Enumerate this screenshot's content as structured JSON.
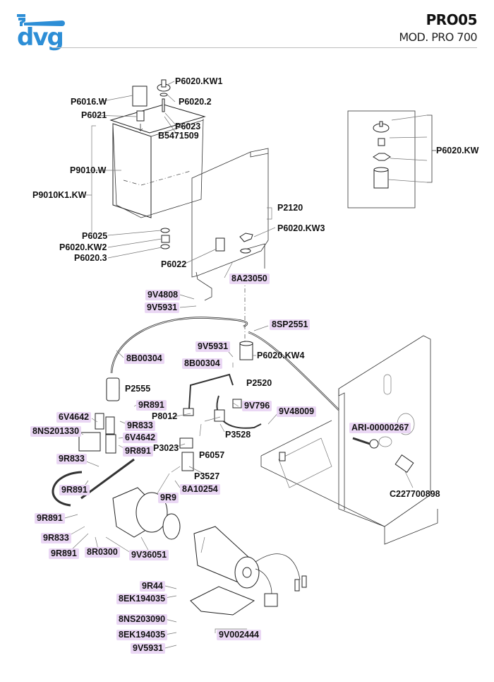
{
  "header": {
    "brand": "dvg",
    "doc_code": "PRO05",
    "model": "MOD. PRO 700",
    "brand_color": "#2d8ed6",
    "highlight_color": "#ead7f4"
  },
  "labels": [
    {
      "id": "P6020.KW1",
      "text": "P6020.KW1",
      "highlighted": false
    },
    {
      "id": "P6016.W",
      "text": "P6016.W",
      "highlighted": false
    },
    {
      "id": "P6020.2",
      "text": "P6020.2",
      "highlighted": false
    },
    {
      "id": "P6021",
      "text": "P6021",
      "highlighted": false
    },
    {
      "id": "P6023",
      "text": "P6023",
      "highlighted": false
    },
    {
      "id": "B5471509",
      "text": "B5471509",
      "highlighted": false
    },
    {
      "id": "P9010.W",
      "text": "P9010.W",
      "highlighted": false
    },
    {
      "id": "P9010K1.KW",
      "text": "P9010K1.KW",
      "highlighted": false
    },
    {
      "id": "P6025",
      "text": "P6025",
      "highlighted": false
    },
    {
      "id": "P6020.KW2",
      "text": "P6020.KW2",
      "highlighted": false
    },
    {
      "id": "P6020.3",
      "text": "P6020.3",
      "highlighted": false
    },
    {
      "id": "P6022",
      "text": "P6022",
      "highlighted": false
    },
    {
      "id": "P2120",
      "text": "P2120",
      "highlighted": false
    },
    {
      "id": "P6020.KW3",
      "text": "P6020.KW3",
      "highlighted": false
    },
    {
      "id": "8A23050",
      "text": "8A23050",
      "highlighted": true
    },
    {
      "id": "P6020.KW",
      "text": "P6020.KW",
      "highlighted": false
    },
    {
      "id": "9V4808",
      "text": "9V4808",
      "highlighted": true
    },
    {
      "id": "9V5931-a",
      "text": "9V5931",
      "highlighted": true
    },
    {
      "id": "8SP2551",
      "text": "8SP2551",
      "highlighted": true
    },
    {
      "id": "8B00304-a",
      "text": "8B00304",
      "highlighted": true
    },
    {
      "id": "9V5931-b",
      "text": "9V5931",
      "highlighted": true
    },
    {
      "id": "8B00304-b",
      "text": "8B00304",
      "highlighted": true
    },
    {
      "id": "P6020.KW4",
      "text": "P6020.KW4",
      "highlighted": false
    },
    {
      "id": "P2555",
      "text": "P2555",
      "highlighted": false
    },
    {
      "id": "P2520",
      "text": "P2520",
      "highlighted": false
    },
    {
      "id": "9R891-a",
      "text": "9R891",
      "highlighted": true
    },
    {
      "id": "P8012",
      "text": "P8012",
      "highlighted": false
    },
    {
      "id": "9V796",
      "text": "9V796",
      "highlighted": true
    },
    {
      "id": "9V48009",
      "text": "9V48009",
      "highlighted": true
    },
    {
      "id": "6V4642-a",
      "text": "6V4642",
      "highlighted": true
    },
    {
      "id": "9R833-a",
      "text": "9R833",
      "highlighted": true
    },
    {
      "id": "8NS201330",
      "text": "8NS201330",
      "highlighted": true
    },
    {
      "id": "P3528",
      "text": "P3528",
      "highlighted": false
    },
    {
      "id": "6V4642-b",
      "text": "6V4642",
      "highlighted": true
    },
    {
      "id": "ARI-00000267",
      "text": "ARI-00000267",
      "highlighted": true
    },
    {
      "id": "9R891-b",
      "text": "9R891",
      "highlighted": true
    },
    {
      "id": "P3023",
      "text": "P3023",
      "highlighted": false
    },
    {
      "id": "P6057",
      "text": "P6057",
      "highlighted": false
    },
    {
      "id": "9R833-b",
      "text": "9R833",
      "highlighted": true
    },
    {
      "id": "P3527",
      "text": "P3527",
      "highlighted": false
    },
    {
      "id": "9R891-c",
      "text": "9R891",
      "highlighted": true
    },
    {
      "id": "8A10254",
      "text": "8A10254",
      "highlighted": true
    },
    {
      "id": "9R9",
      "text": "9R9",
      "highlighted": true
    },
    {
      "id": "C227700898",
      "text": "C227700898",
      "highlighted": false
    },
    {
      "id": "9R891-d",
      "text": "9R891",
      "highlighted": true
    },
    {
      "id": "9R833-c",
      "text": "9R833",
      "highlighted": true
    },
    {
      "id": "8R0300",
      "text": "8R0300",
      "highlighted": true
    },
    {
      "id": "9R891-e",
      "text": "9R891",
      "highlighted": true
    },
    {
      "id": "9V36051",
      "text": "9V36051",
      "highlighted": true
    },
    {
      "id": "9R44",
      "text": "9R44",
      "highlighted": true
    },
    {
      "id": "8EK194035-a",
      "text": "8EK194035",
      "highlighted": true
    },
    {
      "id": "8NS203090",
      "text": "8NS203090",
      "highlighted": true
    },
    {
      "id": "8EK194035-b",
      "text": "8EK194035",
      "highlighted": true
    },
    {
      "id": "9V002444",
      "text": "9V002444",
      "highlighted": true
    },
    {
      "id": "9V5931-c",
      "text": "9V5931",
      "highlighted": true
    }
  ]
}
